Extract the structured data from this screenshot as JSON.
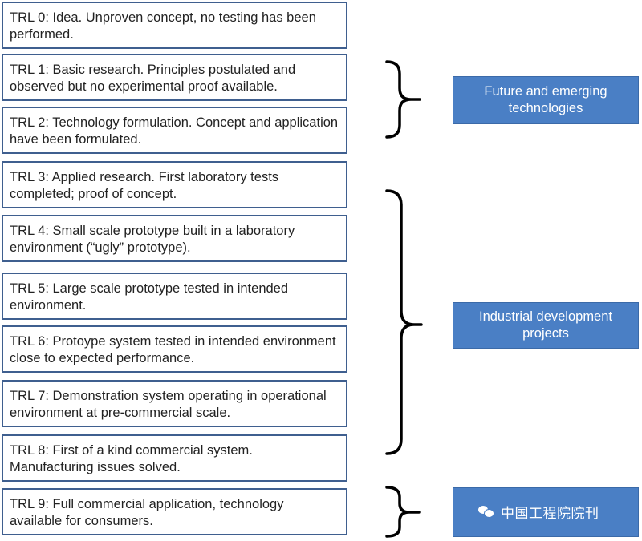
{
  "trl_levels": [
    {
      "text": "TRL 0: Idea. Unproven concept, no testing has been performed."
    },
    {
      "text": "TRL 1: Basic research. Principles postulated and observed but no experimental proof available."
    },
    {
      "text": "TRL 2: Technology formulation. Concept and application have been formulated."
    },
    {
      "text": "TRL 3: Applied research. First laboratory tests completed; proof of concept."
    },
    {
      "text": "TRL 4: Small scale prototype built in a laboratory environment (“ugly” prototype)."
    },
    {
      "text": "TRL 5: Large scale prototype tested in intended environment."
    },
    {
      "text": "TRL 6: Protoype system tested in intended environment close to expected performance."
    },
    {
      "text": "TRL 7: Demonstration system operating in operational environment at pre-commercial scale."
    },
    {
      "text": "TRL 8: First of a kind commercial system. Manufacturing issues solved."
    },
    {
      "text": "TRL 9: Full commercial application, technology available for consumers."
    }
  ],
  "categories": [
    {
      "label": "Future and emerging technologies"
    },
    {
      "label": "Industrial development projects"
    },
    {
      "label": ""
    }
  ],
  "watermark": {
    "text": "中国工程院院刊"
  },
  "colors": {
    "box_border": "#3f5f8f",
    "category_fill": "#4a7fc5",
    "brace": "#000000"
  }
}
